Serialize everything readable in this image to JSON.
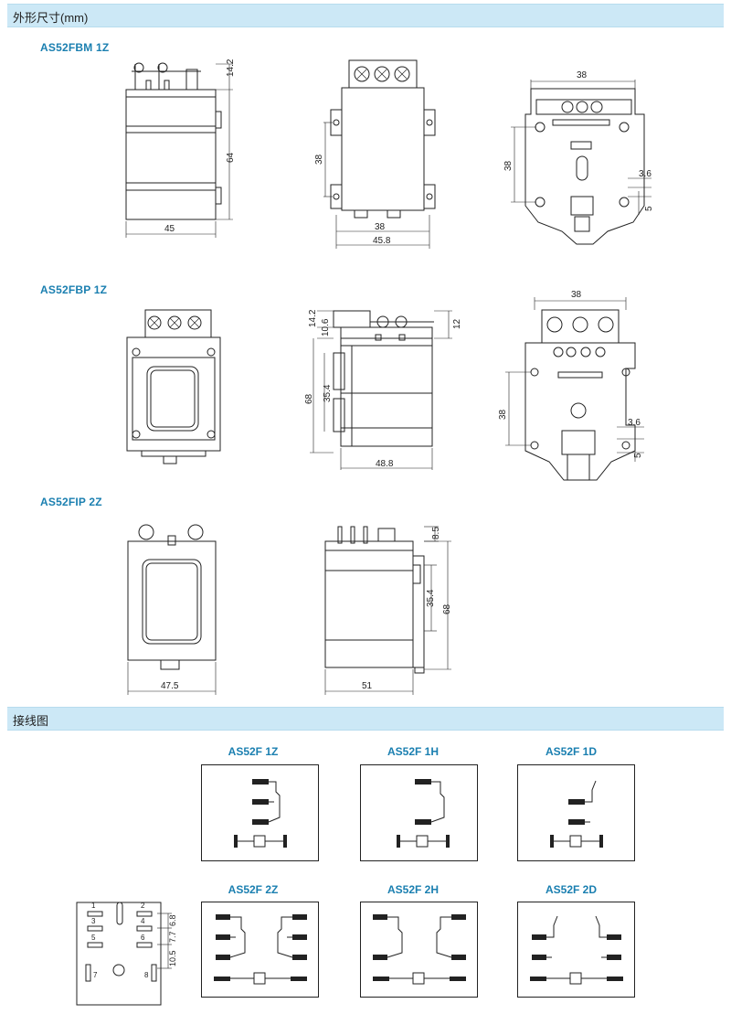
{
  "sections": {
    "dimensions": "外形尺寸(mm)",
    "wiring": "接线图"
  },
  "models": {
    "fbm": "AS52FBM 1Z",
    "fbp": "AS52FBP 1Z",
    "fip": "AS52FIP  2Z"
  },
  "dims": {
    "fbm_side": {
      "d1": "14.2",
      "d2": "64",
      "d3": "45"
    },
    "fbm_front": {
      "d1": "38",
      "d2": "38",
      "d3": "45.8"
    },
    "fbm_bottom": {
      "d1": "38",
      "d2": "38",
      "d3": "3.6",
      "d4": "5"
    },
    "fbp_side": {
      "d1": "14.2",
      "d2": "10.6",
      "d3": "12",
      "d4": "35.4",
      "d5": "68",
      "d6": "48.8"
    },
    "fbp_bottom": {
      "d1": "38",
      "d2": "38",
      "d3": "3.6",
      "d4": "5"
    },
    "fip_front": {
      "d1": "47.5"
    },
    "fip_side": {
      "d1": "8.5",
      "d2": "35.4",
      "d3": "68",
      "d4": "51"
    }
  },
  "wiring": {
    "w1": "AS52F 1Z",
    "w2": "AS52F 1H",
    "w3": "AS52F 1D",
    "w4": "AS52F 2Z",
    "w5": "AS52F 2H",
    "w6": "AS52F 2D"
  },
  "socket": {
    "pins": [
      "1",
      "2",
      "3",
      "4",
      "5",
      "6",
      "7",
      "8"
    ],
    "dims": {
      "d1": "6.8",
      "d2": "7.7",
      "d3": "10.5"
    }
  }
}
